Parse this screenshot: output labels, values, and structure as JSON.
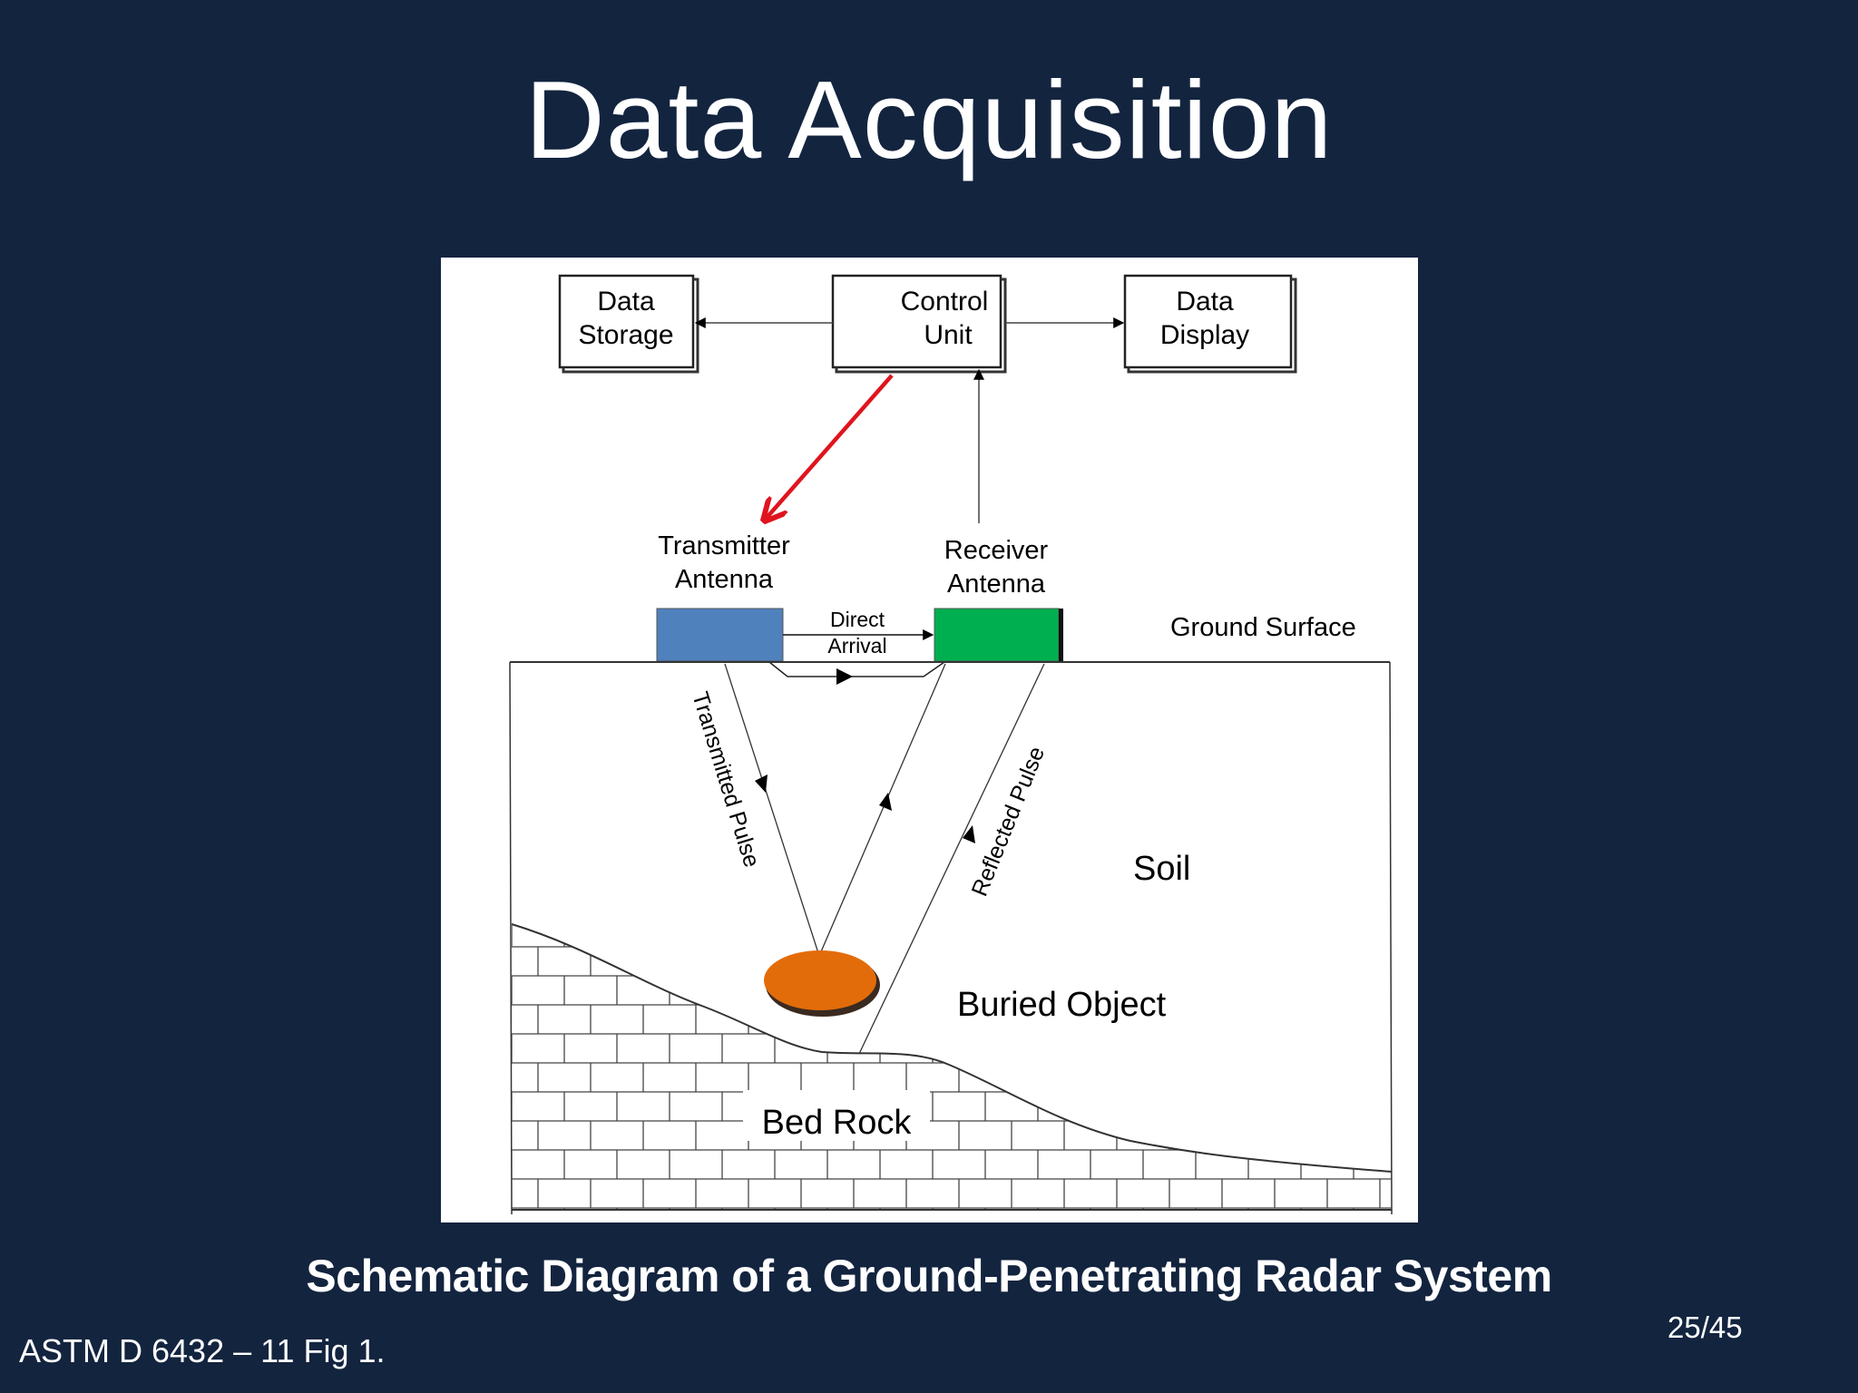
{
  "slide": {
    "title": "Data Acquisition",
    "caption": "Schematic Diagram of a Ground-Penetrating Radar System",
    "source": "ASTM D 6432 – 11 Fig 1.",
    "page_number": "25/45"
  },
  "diagram": {
    "boxes": {
      "data_storage": [
        "Data",
        "Storage"
      ],
      "control_unit": [
        "Control",
        "Unit"
      ],
      "data_display": [
        "Data",
        "Display"
      ]
    },
    "antennas": {
      "transmitter": [
        "Transmitter",
        "Antenna"
      ],
      "receiver": [
        "Receiver",
        "Antenna"
      ]
    },
    "labels": {
      "direct_arrival": [
        "Direct",
        "Arrival"
      ],
      "ground_surface": "Ground Surface",
      "transmitted_pulse": "Transmitted Pulse",
      "reflected_pulse": "Reflected Pulse",
      "soil": "Soil",
      "buried_object": "Buried Object",
      "bed_rock": "Bed Rock"
    },
    "colors": {
      "transmitter_antenna": "#4f81bd",
      "receiver_antenna": "#00b050",
      "buried_object": "#e36c0a",
      "highlight_arrow": "#e0141e"
    }
  }
}
